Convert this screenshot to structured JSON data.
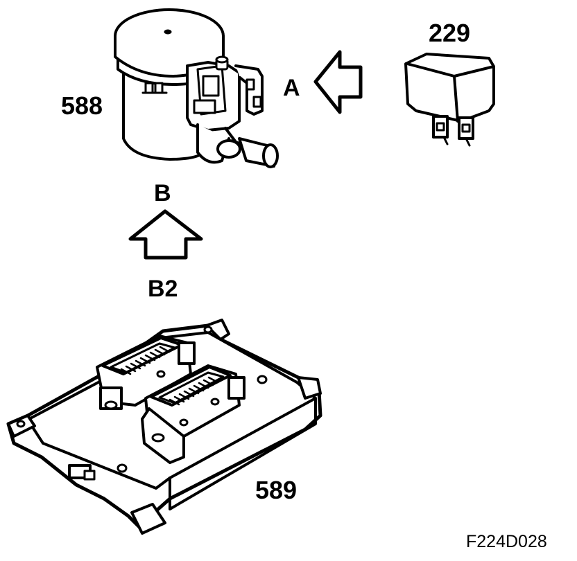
{
  "labels": {
    "component_588": "588",
    "component_229": "229",
    "view_a": "A",
    "view_b": "B",
    "connector_b2": "B2",
    "component_589": "589",
    "figure_ref": "F224D028"
  },
  "icons": {
    "actuator": "solenoid-valve-icon",
    "relay": "relay-icon",
    "control_module": "control-module-icon",
    "arrow_a": "arrow-left-icon",
    "arrow_b": "arrow-up-icon"
  },
  "colors": {
    "line": "#000000",
    "fill": "#ffffff"
  }
}
